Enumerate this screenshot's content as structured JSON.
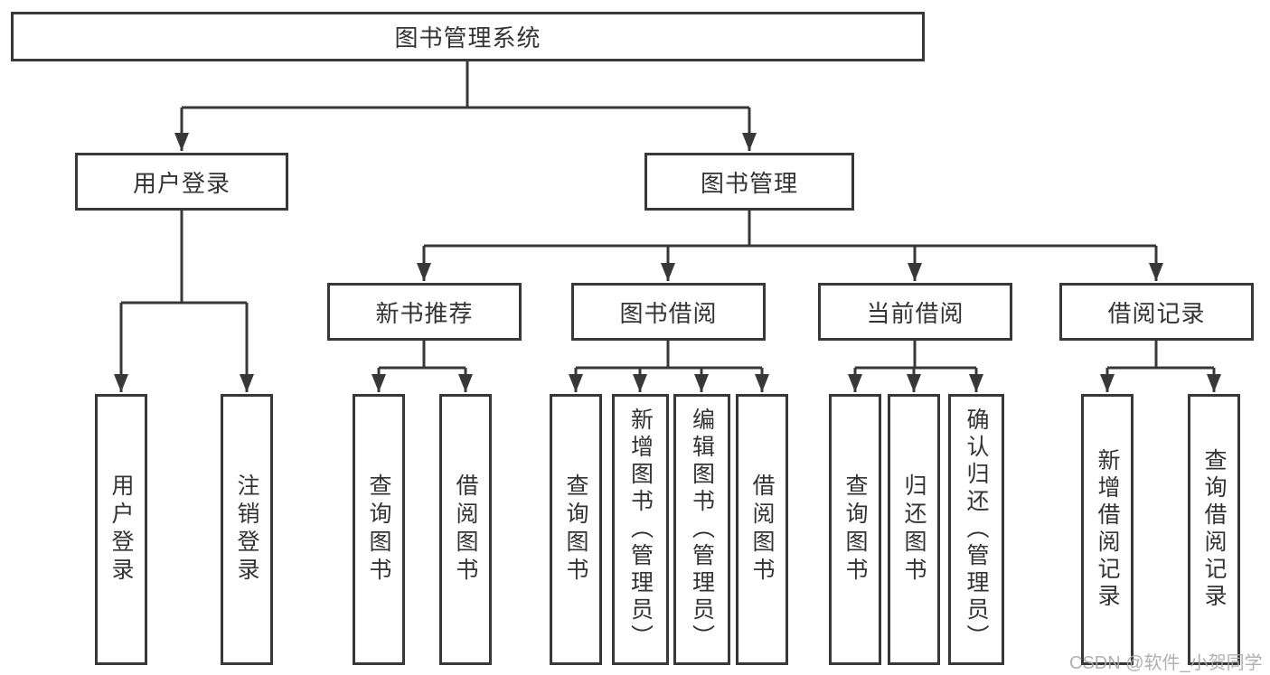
{
  "diagram": {
    "type": "tree",
    "root": {
      "label": "图书管理系统"
    },
    "level2": [
      {
        "label": "用户登录"
      },
      {
        "label": "图书管理"
      }
    ],
    "level3": [
      {
        "label": "新书推荐"
      },
      {
        "label": "图书借阅"
      },
      {
        "label": "当前借阅"
      },
      {
        "label": "借阅记录"
      }
    ],
    "leaves": {
      "user_login": [
        {
          "label": "用户登录"
        },
        {
          "label": "注销登录"
        }
      ],
      "new_books": [
        {
          "label": "查询图书"
        },
        {
          "label": "借阅图书"
        }
      ],
      "book_borrow": [
        {
          "label": "查询图书"
        },
        {
          "label": "新增图书（管理员）"
        },
        {
          "label": "编辑图书（管理员）"
        },
        {
          "label": "借阅图书"
        }
      ],
      "current_borrow": [
        {
          "label": "查询图书"
        },
        {
          "label": "归还图书"
        },
        {
          "label": "确认归还（管理员）"
        }
      ],
      "borrow_records": [
        {
          "label": "新增借阅记录"
        },
        {
          "label": "查询借阅记录"
        }
      ]
    },
    "colors": {
      "line": "#383838",
      "text": "#333333",
      "box_background": "#ffffff",
      "watermark": "#a8a8a8"
    }
  },
  "watermark": {
    "text": "CSDN @软件_小贺同学"
  }
}
